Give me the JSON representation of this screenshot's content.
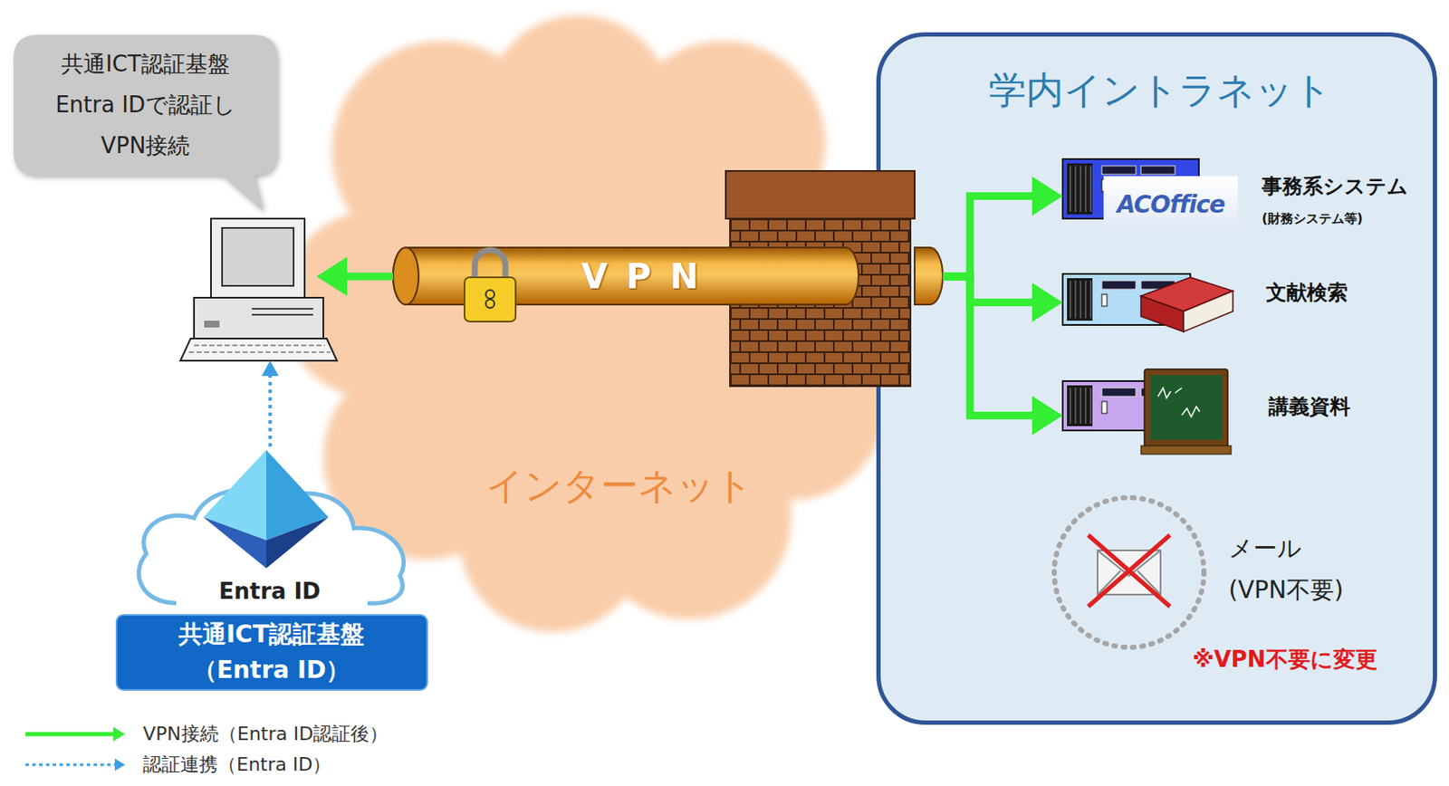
{
  "diagram": {
    "nodes": [
      {
        "text": [
          "共通ICT認証基盤 Entra IDで認証し VPN接続"
        ]
      },
      {
        "text": []
      },
      {
        "text": [
          "インターネット"
        ]
      },
      {
        "text": [
          "VPN"
        ]
      },
      {
        "text": [
          "学内イントラネット"
        ]
      },
      {
        "text": [
          "事務系システム",
          "(財務システム等)"
        ],
        "in": 4
      },
      {
        "text": [
          "文献検索"
        ],
        "in": 4
      },
      {
        "text": [
          "講義資料"
        ],
        "in": 4
      },
      {
        "text": [
          "メール",
          "(VPN不要)"
        ],
        "in": 4
      },
      {
        "text": [
          "Entra ID"
        ]
      },
      {
        "text": [
          "共通ICT認証基盤 （Entra ID）"
        ]
      }
    ],
    "edges": [
      {
        "from": 9,
        "to": 1,
        "arrow": "to"
      },
      {
        "from": 3,
        "to": 1,
        "arrow": "to"
      },
      {
        "from": 3,
        "to": 5,
        "arrow": "to"
      },
      {
        "from": 3,
        "to": 6,
        "arrow": "to"
      },
      {
        "from": 3,
        "to": 7,
        "arrow": "to"
      }
    ],
    "labels": [
      "ACOffice",
      "※VPN不要に変更"
    ],
    "legend": [
      {
        "text": "VPN接続（Entra ID認証後）"
      },
      {
        "text": "認証連携（Entra ID）"
      }
    ]
  }
}
